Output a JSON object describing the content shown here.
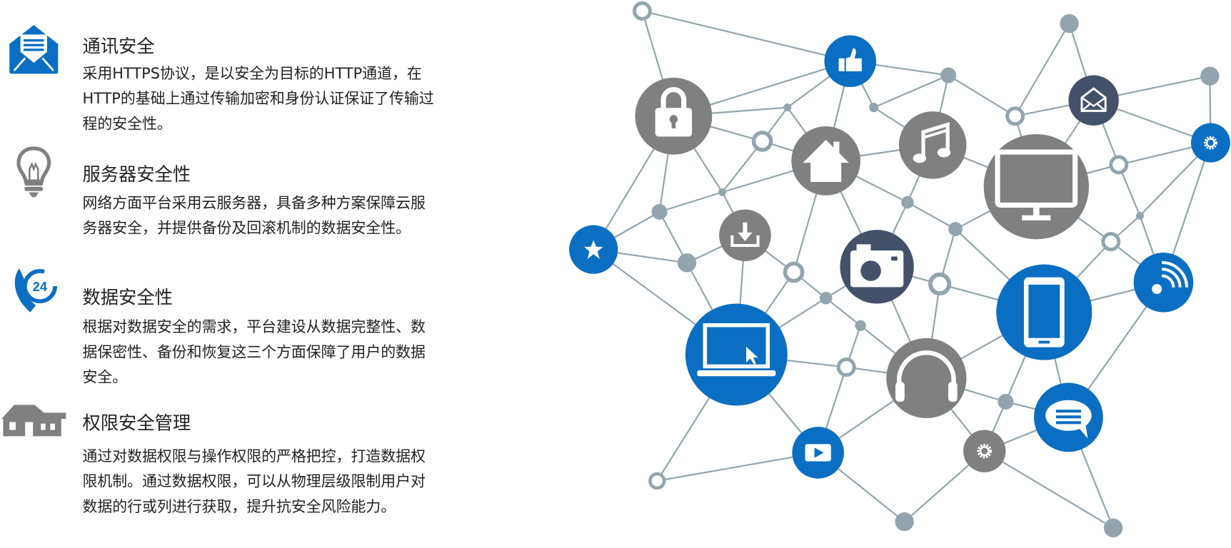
{
  "features": [
    {
      "icon": "envelope-icon",
      "title": "通讯安全",
      "lines": [
        "采用HTTPS协议，是以安全为目标的HTTP通道，在",
        "HTTP的基础上通过传输加密和身份认证保证了传输过",
        "程的安全性。"
      ]
    },
    {
      "icon": "lightbulb-icon",
      "title": "服务器安全性",
      "lines": [
        "网络方面平台采用云服务器，具备多种方案保障云服",
        "务器安全，并提供备份及回滚机制的数据安全性。"
      ]
    },
    {
      "icon": "phone-24-icon",
      "icon_text": "24",
      "title": "数据安全性",
      "lines": [
        "根据对数据安全的需求，平台建设从数据完整性、数",
        "据保密性、备份和恢复这三个方面保障了用户的数据",
        "安全。"
      ]
    },
    {
      "icon": "house-icon",
      "title": "权限安全管理",
      "lines": [
        "通过对数据权限与操作权限的严格把控，打造数据权",
        "限机制。通过数据权限，可以从物理层级限制用户对",
        "数据的行或列进行获取，提升抗安全风险能力。"
      ]
    }
  ],
  "network": {
    "colors": {
      "blue": "#0a6fc2",
      "gray": "#808080",
      "slate": "#43516a",
      "line": "#92a5ae"
    },
    "icons": [
      "lock-icon",
      "thumbs-up-icon",
      "home-icon",
      "music-icon",
      "email-icon",
      "gear-icon",
      "monitor-icon",
      "star-icon",
      "download-icon",
      "camera-icon",
      "smartphone-icon",
      "wifi-icon",
      "laptop-icon",
      "headphones-icon",
      "chat-icon",
      "video-play-icon",
      "gear-icon"
    ]
  }
}
